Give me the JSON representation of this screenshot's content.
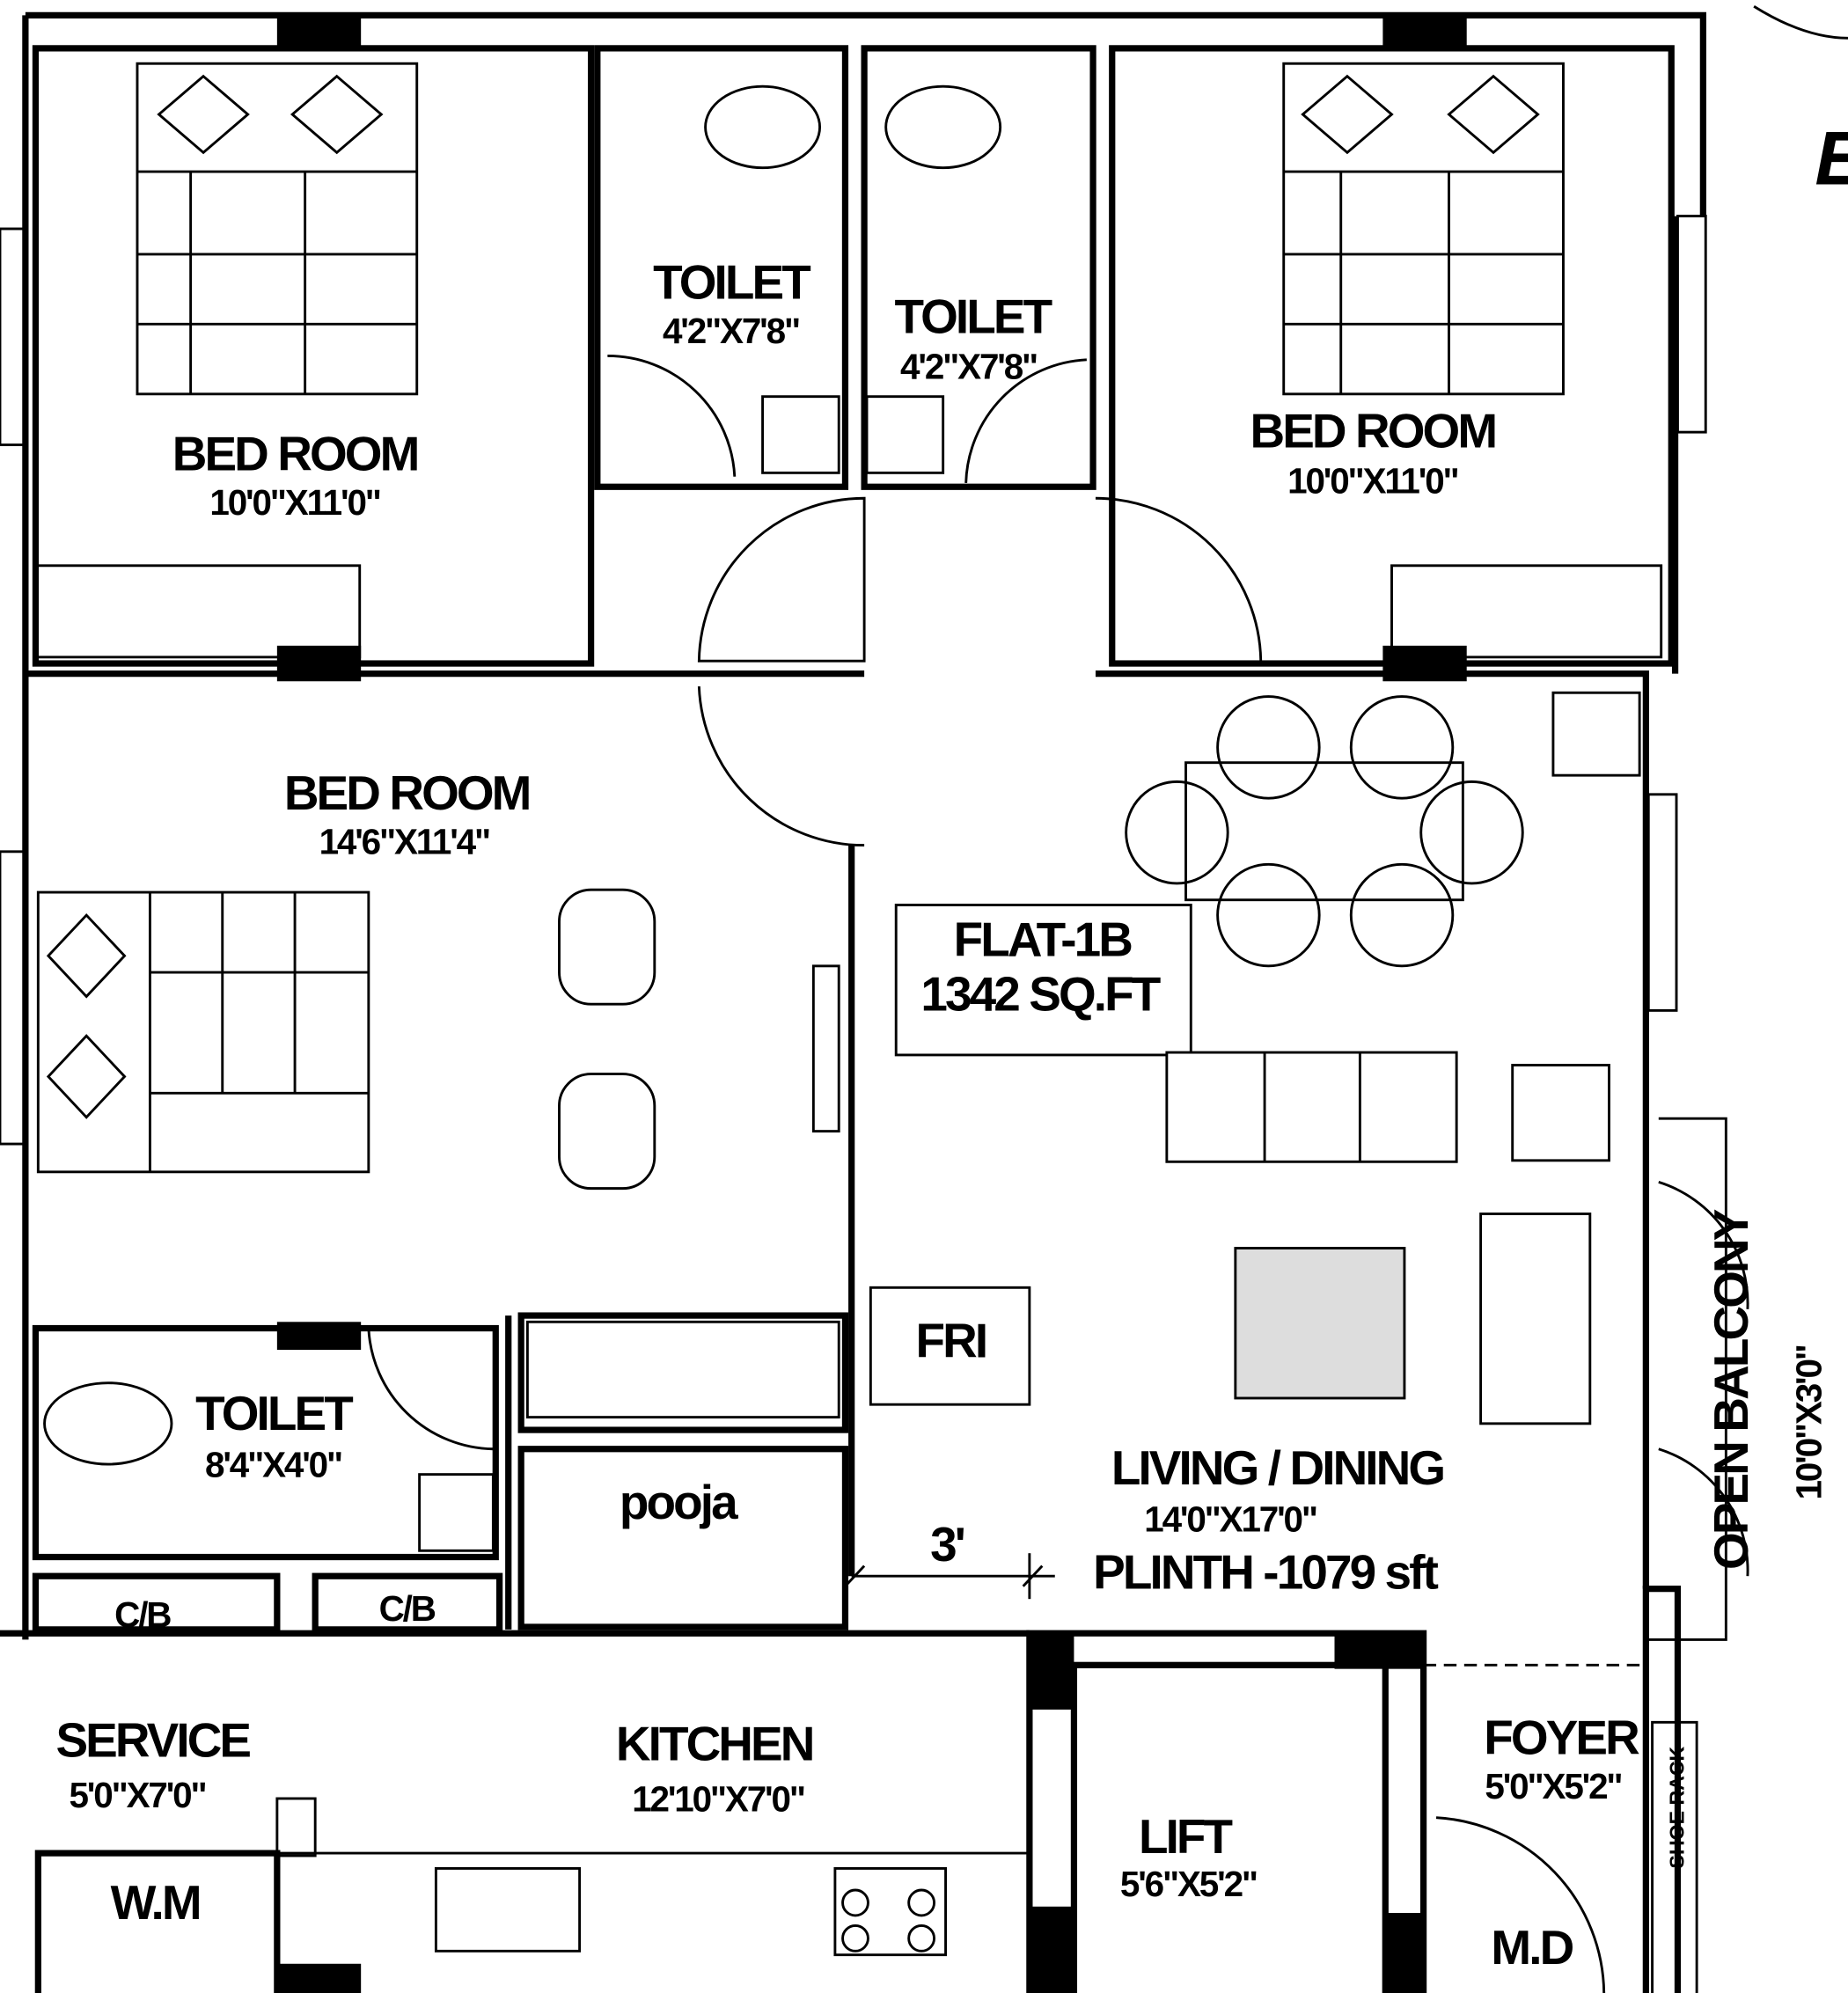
{
  "rooms": {
    "bedroom_1": {
      "name": "BED ROOM",
      "size": "10'0\"X11'0\""
    },
    "toilet_1": {
      "name": "TOILET",
      "size": "4'2\"X7'8\""
    },
    "toilet_2": {
      "name": "TOILET",
      "size": "4'2\"X7'8\""
    },
    "bedroom_2": {
      "name": "BED ROOM",
      "size": "10'0\"X11'0\""
    },
    "bedroom_3": {
      "name": "BED ROOM",
      "size": "14'6\"X11'4\""
    },
    "toilet_3": {
      "name": "TOILET",
      "size": "8'4\"X4'0\""
    },
    "living": {
      "name": "LIVING / DINING",
      "size": "14'0\"X17'0\""
    },
    "balcony": {
      "name": "OPEN BALCONY",
      "size": "10'0\"X3'0\""
    },
    "service": {
      "name": "SERVICE",
      "size": "5'0\"X7'0\""
    },
    "kitchen": {
      "name": "KITCHEN",
      "size": "12'10\"X7'0\""
    },
    "lift": {
      "name": "LIFT",
      "size": "5'6\"X5'2\""
    },
    "foyer": {
      "name": "FOYER",
      "size": "5'0\"X5'2\""
    },
    "pooja": {
      "name": "pooja"
    }
  },
  "flat": {
    "id": "FLAT-1B",
    "area": "1342 SQ.FT"
  },
  "plinth": "PLINTH -1079 sft",
  "dimension_3ft": "3'",
  "fixtures": {
    "fridge": "FRI",
    "cb_1": "C/B",
    "cb_2": "C/B",
    "washing_machine": "W.M",
    "shoe_rack": "SHOE RACK",
    "main_door": "M.D"
  },
  "logo_partial": "E"
}
